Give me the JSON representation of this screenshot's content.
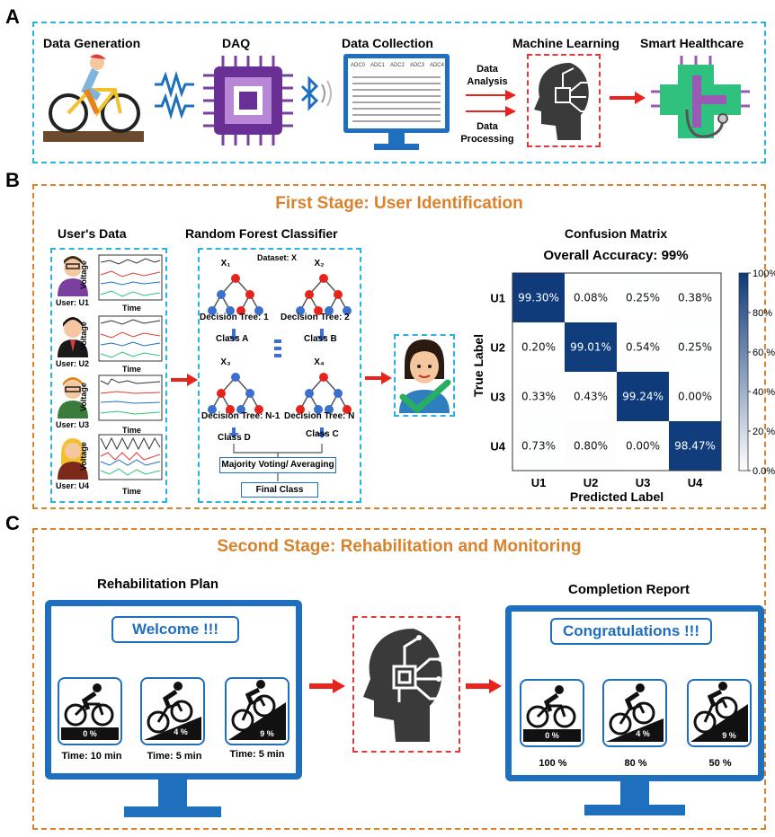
{
  "panel_a": {
    "letter": "A",
    "steps": [
      "Data Generation",
      "DAQ",
      "Data Collection",
      "Machine Learning",
      "Smart Healthcare"
    ],
    "arrow_top": "Data Analysis",
    "arrow_bottom": "Data Processing",
    "table_headers": [
      "ADC0",
      "ADC1",
      "ADC2",
      "ADC3",
      "ADC4"
    ]
  },
  "panel_b": {
    "letter": "B",
    "title": "First Stage: User Identification",
    "users_title": "User's Data",
    "users": [
      "User: U1",
      "User: U2",
      "User: U3",
      "User: U4"
    ],
    "voltage_label": "Voltage",
    "time_label": "Time",
    "rf_title": "Random Forest Classifier",
    "dataset": "Dataset: X",
    "trees": [
      {
        "x": "X₁",
        "tree": "Decision Tree: 1",
        "class": "Class A"
      },
      {
        "x": "X₂",
        "tree": "Decision Tree: 2",
        "class": "Class B"
      },
      {
        "x": "X₃",
        "tree": "Decision Tree: N-1",
        "class": "Class D"
      },
      {
        "x": "X₄",
        "tree": "Decision Tree: N",
        "class": "Class C"
      }
    ],
    "majority": "Majority Voting/ Averaging",
    "final": "Final Class",
    "cm_title": "Confusion Matrix",
    "cm_accuracy": "Overall Accuracy: 99%",
    "cm_ylabel": "True Label",
    "cm_xlabel": "Predicted Label",
    "colorbar_ticks": [
      "100%",
      "80%",
      "60 %",
      "40 %",
      "20 %",
      "0.0%"
    ]
  },
  "chart_data": {
    "type": "heatmap",
    "title": "Confusion Matrix",
    "subtitle": "Overall Accuracy: 99%",
    "xlabel": "Predicted Label",
    "ylabel": "True Label",
    "x": [
      "U1",
      "U2",
      "U3",
      "U4"
    ],
    "y": [
      "U1",
      "U2",
      "U3",
      "U4"
    ],
    "values": [
      [
        99.3,
        0.08,
        0.25,
        0.38
      ],
      [
        0.2,
        99.01,
        0.54,
        0.25
      ],
      [
        0.33,
        0.43,
        99.24,
        0.0
      ],
      [
        0.73,
        0.8,
        0.0,
        98.47
      ]
    ],
    "labels": [
      [
        "99.30%",
        "0.08%",
        "0.25%",
        "0.38%"
      ],
      [
        "0.20%",
        "99.01%",
        "0.54%",
        "0.25%"
      ],
      [
        "0.33%",
        "0.43%",
        "99.24%",
        "0.00%"
      ],
      [
        "0.73%",
        "0.80%",
        "0.00%",
        "98.47%"
      ]
    ],
    "colorbar_range": [
      0,
      100
    ],
    "colors": {
      "low": "#ffffff",
      "high": "#0d3a7a"
    }
  },
  "panel_c": {
    "letter": "C",
    "title": "Second Stage: Rehabilitation and Monitoring",
    "plan_title": "Rehabilitation Plan",
    "report_title": "Completion Report",
    "welcome": "Welcome !!!",
    "congrats": "Congratulations !!!",
    "slopes": [
      "0 %",
      "4 %",
      "9 %"
    ],
    "times": [
      "Time: 10 min",
      "Time: 5 min",
      "Time: 5 min"
    ],
    "completion": [
      "100 %",
      "80 %",
      "50 %"
    ]
  },
  "colors": {
    "cyan": "#2bb3e0",
    "orange": "#d9822b",
    "red": "#e8231d",
    "blue": "#1f6fbf",
    "navy": "#0d3a7a"
  }
}
